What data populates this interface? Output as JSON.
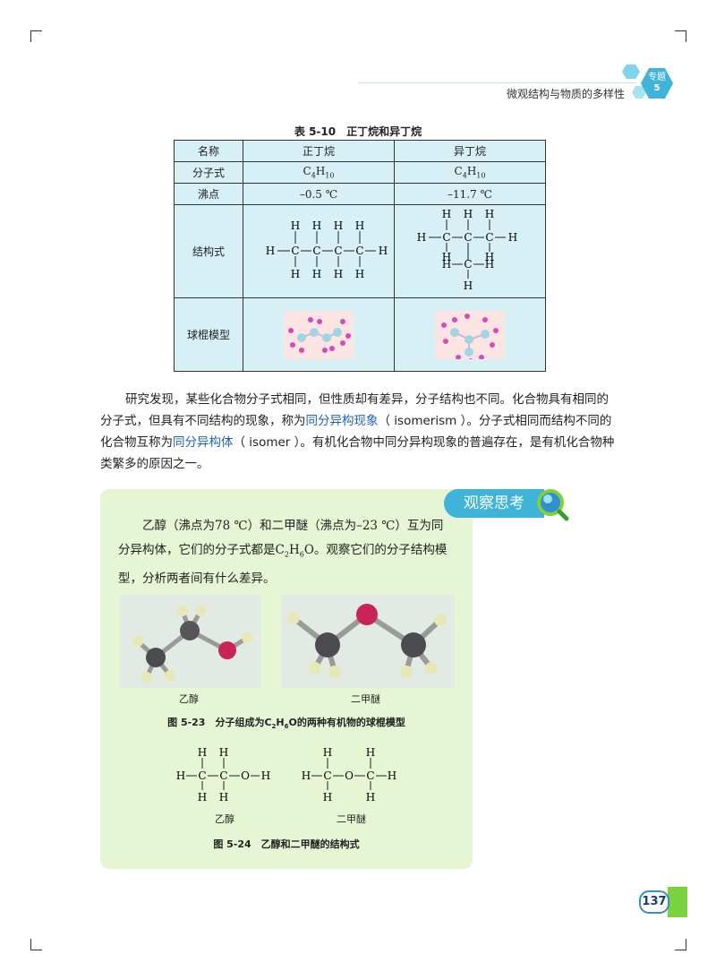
{
  "header": {
    "subtitle": "微观结构与物质的多样性",
    "badge_top": "专题",
    "badge_num": "5"
  },
  "table": {
    "caption": "表 5-10　正丁烷和异丁烷",
    "col_name": "名称",
    "col_n": "正丁烷",
    "col_iso": "异丁烷",
    "row_formula": "分子式",
    "formula_c": "C",
    "formula_c_sub": "4",
    "formula_h": "H",
    "formula_h_sub": "10",
    "row_bp": "沸点",
    "bp_n": "–0.5 ℃",
    "bp_iso": "–11.7 ℃",
    "row_struct": "结构式",
    "row_model": "球棍模型",
    "atom_h": "H",
    "atom_c": "C"
  },
  "paragraph": {
    "p1_a": "研究发现，某些化合物分子式相同，但性质却有差异，分子结构也不同。化合物具有相同的分子式，但具有不同结构的现象，称为",
    "p1_hl1": "同分异构现象",
    "p1_b": "（ isomerism ）。分子式相同而结构不同的化合物互称为",
    "p1_hl2": "同分异构体",
    "p1_c": "（ isomer ）。有机化合物中同分异构现象的普遍存在，是有机化合物种类繁多的原因之一。"
  },
  "observe": {
    "title": "观察思考",
    "text_a": "乙醇（沸点为78 ℃）和二甲醚（沸点为–23 ℃）互为同分异构体，它们的分子式都是C",
    "sub2": "2",
    "text_h": "H",
    "sub6": "6",
    "text_b": "O。观察它们的分子结构模型，分析两者间有什么差异。",
    "photo1_label": "乙醇",
    "photo2_label": "二甲醚",
    "fig23_a": "图 5-23　分子组成为C",
    "fig23_b": "H",
    "fig23_c": "O的两种有机物的球棍模型",
    "struct1_label": "乙醇",
    "struct2_label": "二甲醚",
    "fig24": "图 5-24　乙醇和二甲醚的结构式",
    "atom_o": "O"
  },
  "page_number": "137",
  "colors": {
    "accent": "#3fb3d8",
    "box_green": "#e6f5d3",
    "table_bg": "#d6f0f6",
    "link_blue": "#1e62b7"
  }
}
